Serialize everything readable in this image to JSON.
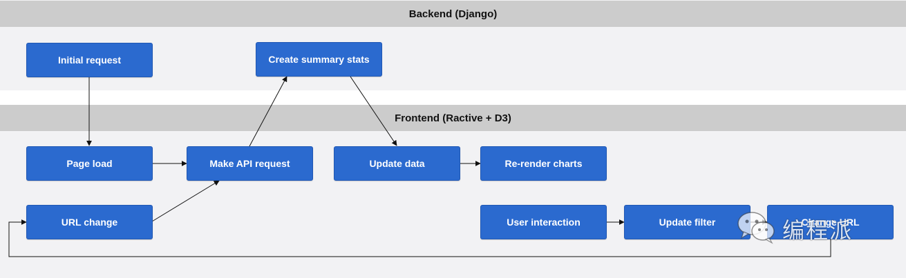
{
  "lanes": {
    "backend_title": "Backend (Django)",
    "frontend_title": "Frontend (Ractive + D3)"
  },
  "nodes": {
    "initial_request": "Initial request",
    "create_summary_stats": "Create summary stats",
    "page_load": "Page load",
    "make_api_request": "Make API request",
    "update_data": "Update data",
    "rerender_charts": "Re-render charts",
    "url_change": "URL change",
    "user_interaction": "User interaction",
    "update_filter": "Update filter",
    "change_url": "Change URL"
  },
  "watermark": {
    "text": "编程派",
    "icon": "wechat-icon"
  },
  "colors": {
    "node_fill": "#2b6acf",
    "header_fill": "#cccccc",
    "lane_fill": "#f2f2f4"
  }
}
